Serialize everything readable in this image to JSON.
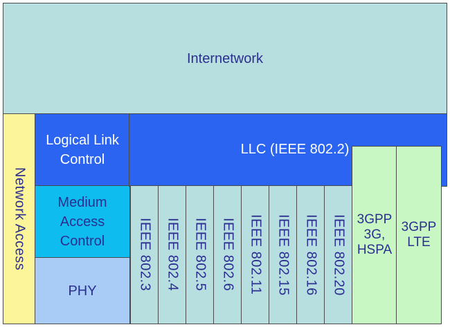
{
  "diagram": {
    "internetwork": "Internetwork",
    "network_access": "Network Access",
    "llc_row_label": "Logical Link\nControl",
    "mac_row_label": "Medium\nAccess\nControl",
    "phy_row_label": "PHY",
    "llc_standard": "LLC (IEEE 802.2)",
    "ieee_standards": [
      "IEEE 802.3",
      "IEEE 802.4",
      "IEEE 802.5",
      "IEEE 802.6",
      "IEEE 802.11",
      "IEEE 802.15",
      "IEEE 802.16",
      "IEEE 802.20"
    ],
    "threegpp_3g": "3GPP\n3G,\nHSPA",
    "threegpp_lte": "3GPP\nLTE"
  },
  "colors": {
    "internetwork_fill": "#b7dfe0",
    "network_access_fill": "#fdf59a",
    "llc_fill": "#2b64f0",
    "mac_fill": "#0fbcf0",
    "phy_fill": "#a8ccf6",
    "ieee_fill": "#b7dfe0",
    "threegpp_fill": "#c8f7c4",
    "dark_text": "#2b2f8f",
    "light_text": "#ffffff"
  }
}
